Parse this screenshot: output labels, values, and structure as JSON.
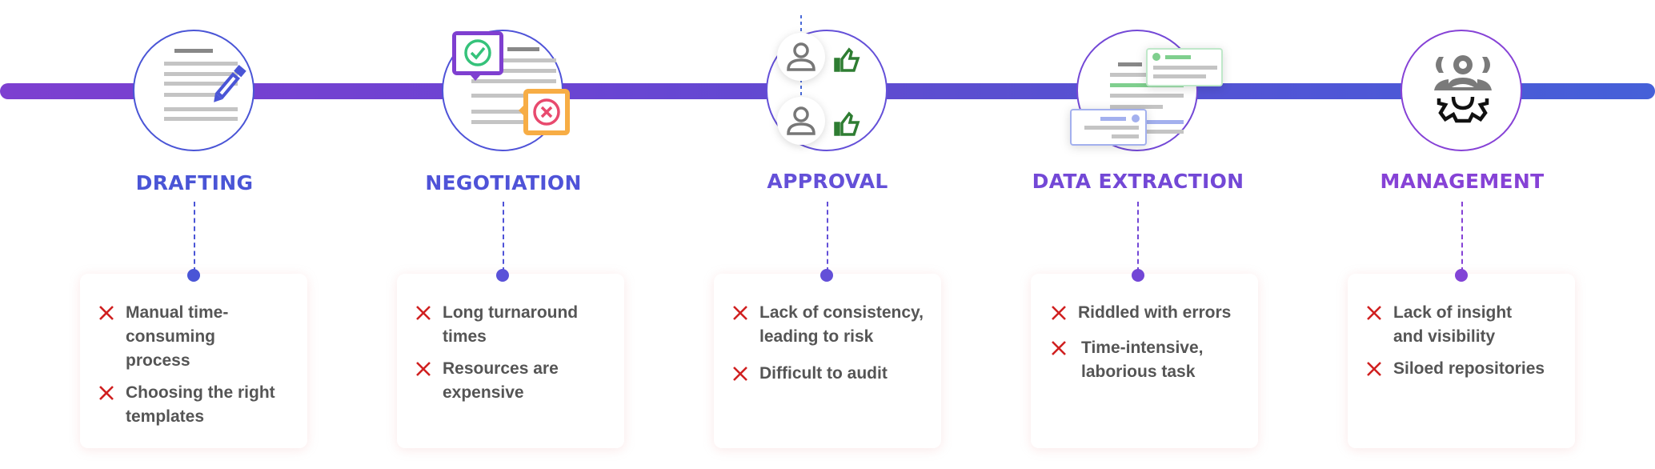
{
  "colors": {
    "line_start": "#7d3fd0",
    "line_end": "#4560d8",
    "x_mark": "#d02020",
    "text": "#555555"
  },
  "stages": [
    {
      "title": "DRAFTING",
      "color": "#4a55d6",
      "icon": "document-pencil-icon",
      "items": [
        "Manual time-consuming process",
        "Choosing the right templates"
      ]
    },
    {
      "title": "NEGOTIATION",
      "color": "#4f53d8",
      "icon": "document-approve-reject-icon",
      "items": [
        "Long turnaround times",
        "Resources are expensive"
      ]
    },
    {
      "title": "APPROVAL",
      "color": "#6450d8",
      "icon": "users-thumbs-up-icon",
      "items": [
        "Lack of consistency, leading to risk",
        "Difficult to audit"
      ]
    },
    {
      "title": "DATA EXTRACTION",
      "color": "#7348d6",
      "icon": "document-data-cards-icon",
      "items": [
        "Riddled with errors",
        "Time-intensive, laborious task"
      ]
    },
    {
      "title": "MANAGEMENT",
      "color": "#8642d6",
      "icon": "users-gear-icon",
      "items": [
        "Lack of insight and visibility",
        "Siloed repositories"
      ]
    }
  ]
}
